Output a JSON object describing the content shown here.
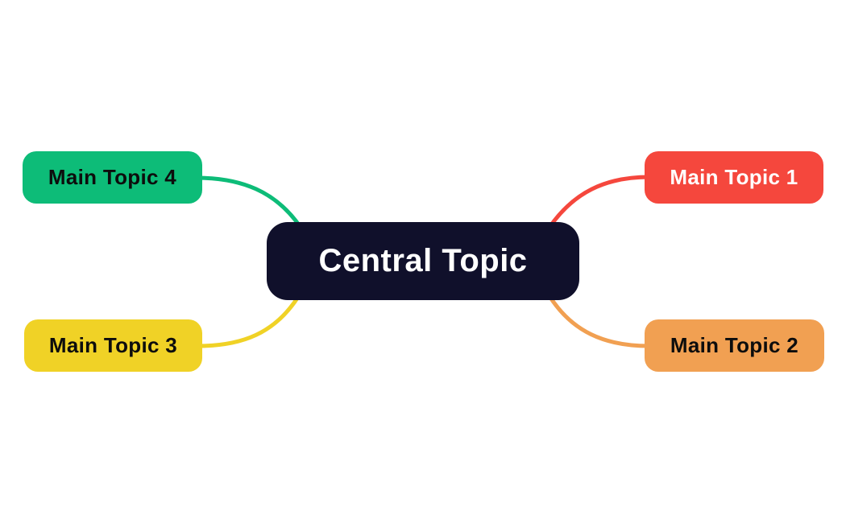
{
  "canvas": {
    "background_color": "#ffffff"
  },
  "mindmap": {
    "central": {
      "label": "Central Topic",
      "color": "#10102B",
      "text_color": "#ffffff"
    },
    "topics": [
      {
        "label": "Main Topic 1",
        "position": "top-right",
        "color": "#F5473D",
        "text_color": "#ffffff"
      },
      {
        "label": "Main Topic 2",
        "position": "bottom-right",
        "color": "#F1A052",
        "text_color": "#0d0d0d"
      },
      {
        "label": "Main Topic 3",
        "position": "bottom-left",
        "color": "#F0D226",
        "text_color": "#0d0d0d"
      },
      {
        "label": "Main Topic 4",
        "position": "top-left",
        "color": "#0DBC78",
        "text_color": "#0d0d0d"
      }
    ]
  }
}
